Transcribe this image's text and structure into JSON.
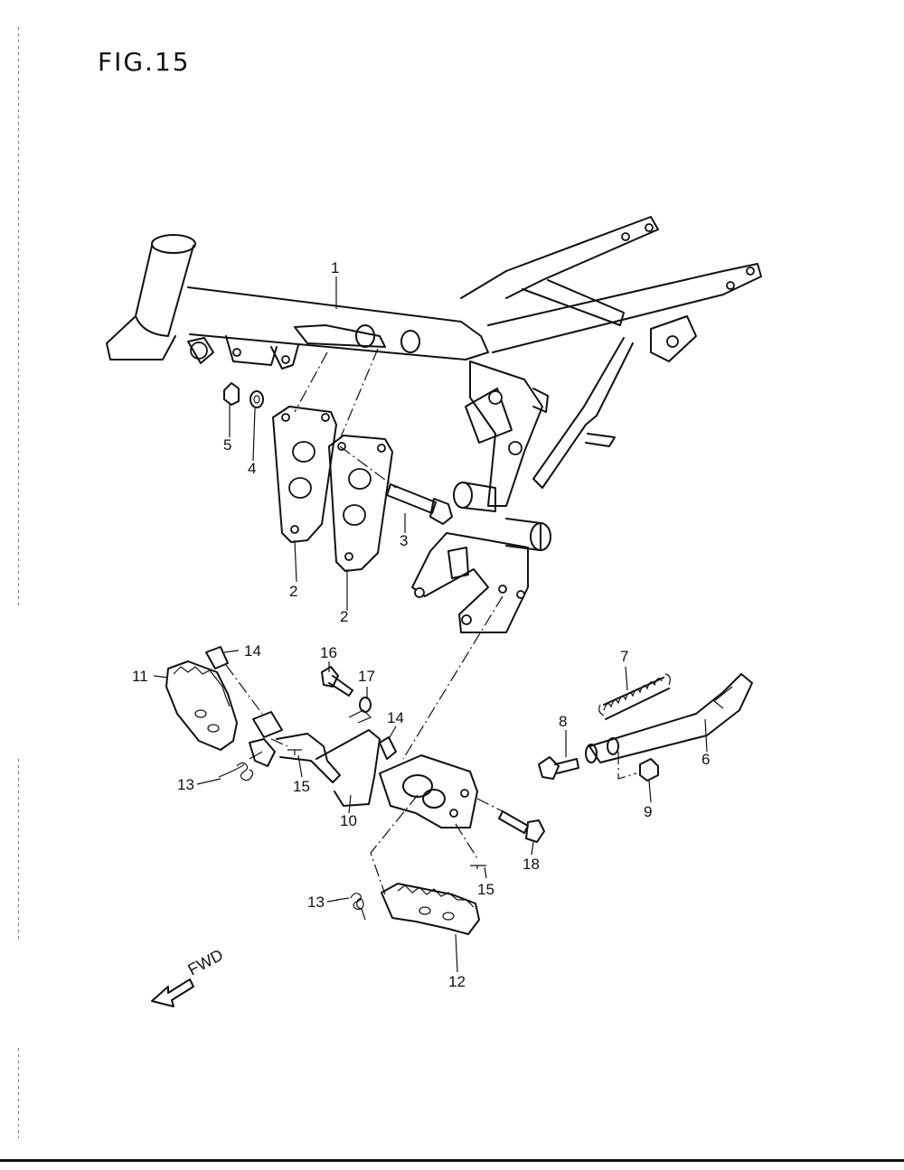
{
  "figure": {
    "title": "FIG.15"
  },
  "direction": {
    "label": "FWD"
  },
  "callouts": [
    "1",
    "2",
    "2",
    "3",
    "4",
    "5",
    "6",
    "7",
    "8",
    "9",
    "10",
    "11",
    "12",
    "13",
    "13",
    "14",
    "14",
    "15",
    "15",
    "16",
    "17",
    "18"
  ]
}
